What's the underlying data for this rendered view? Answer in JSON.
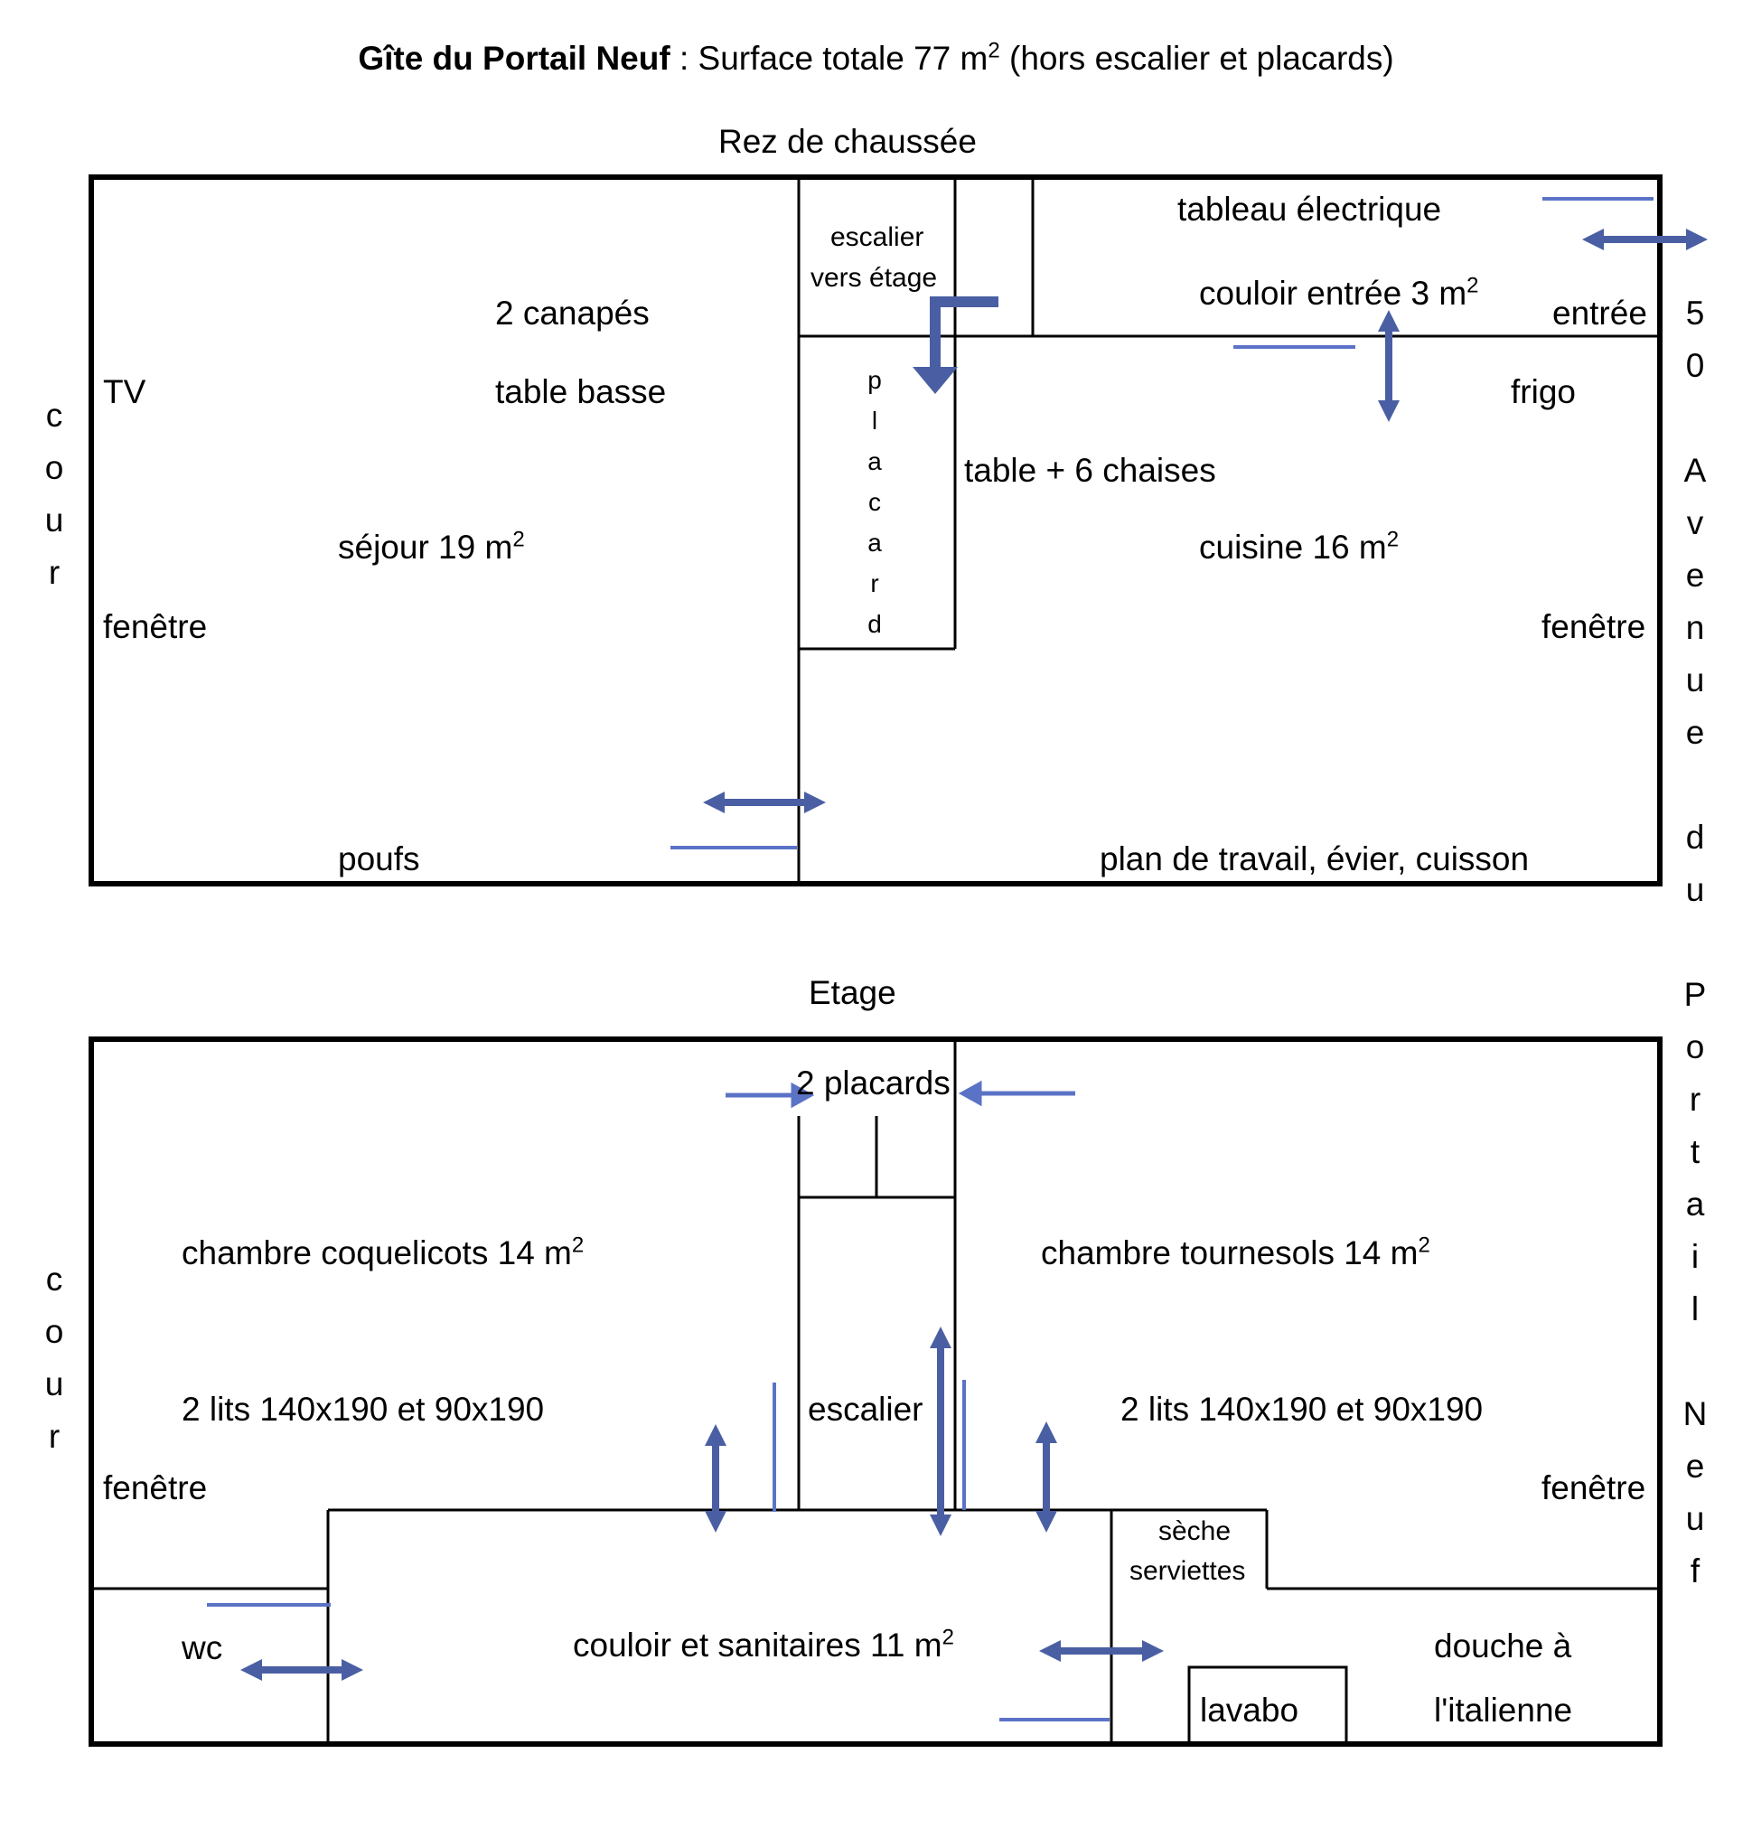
{
  "title": {
    "name": "Gîte du Portail Neuf",
    "separator": " : ",
    "surface": "Surface totale 77 m",
    "surface_sup": "2",
    "surface_note": " (hors escalier et placards)"
  },
  "ground_floor": {
    "heading": "Rez de chaussée",
    "labels": {
      "tv": "TV",
      "canapes": "2 canapés",
      "table_basse": "table basse",
      "sejour": "séjour 19 m",
      "sejour_sup": "2",
      "fenetre_left": "fenêtre",
      "poufs": "poufs",
      "escalier_line1": "escalier",
      "escalier_line2": "vers étage",
      "placard_letters": [
        "p",
        "l",
        "a",
        "c",
        "a",
        "r",
        "d"
      ],
      "tableau": "tableau électrique",
      "couloir": "couloir entrée 3 m",
      "couloir_sup": "2",
      "entree": "entrée",
      "frigo": "frigo",
      "table_chaises": "table + 6 chaises",
      "cuisine": "cuisine 16 m",
      "cuisine_sup": "2",
      "fenetre_right": "fenêtre",
      "plan_travail": "plan de travail, évier, cuisson"
    }
  },
  "upper_floor": {
    "heading": "Etage",
    "labels": {
      "placards": "2 placards",
      "coquelicots": "chambre coquelicots 14 m",
      "coquelicots_sup": "2",
      "lits_left": "2 lits 140x190 et 90x190",
      "fenetre_left": "fenêtre",
      "escalier": "escalier",
      "tournesols": "chambre tournesols 14 m",
      "tournesols_sup": "2",
      "lits_right": "2 lits 140x190 et 90x190",
      "fenetre_right": "fenêtre",
      "seche_line1": "sèche",
      "seche_line2": "serviettes",
      "wc": "wc",
      "couloir_sanitaires": "couloir et sanitaires 11 m",
      "couloir_sanitaires_sup": "2",
      "lavabo": "lavabo",
      "douche_line1": "douche à",
      "douche_line2": "l'italienne"
    }
  },
  "side_labels": {
    "cour_letters": [
      "c",
      "o",
      "u",
      "r"
    ],
    "street_letters": [
      "5",
      "0",
      "",
      "A",
      "v",
      "e",
      "n",
      "u",
      "e",
      "",
      "d",
      "u",
      "",
      "P",
      "o",
      "r",
      "t",
      "a",
      "i",
      "l",
      "",
      "N",
      "e",
      "u",
      "f"
    ]
  },
  "colors": {
    "walls": "#000000",
    "arrow_dark": "#4a5fa3",
    "arrow_light": "#5b73c6"
  }
}
